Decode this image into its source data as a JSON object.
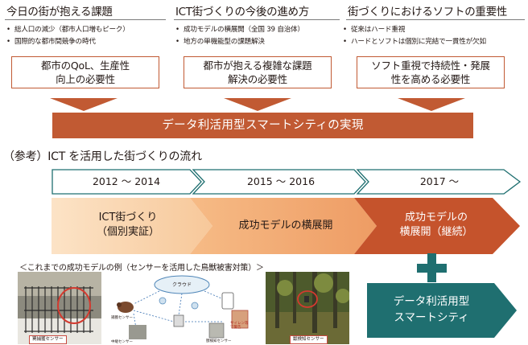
{
  "columns": [
    {
      "title": "今日の街が抱える課題",
      "bullets": [
        "総人口の減少（都市人口増もピーク）",
        "国際的な都市間競争の時代"
      ],
      "need_lines": [
        "都市のQoL、生産性",
        "向上の必要性"
      ]
    },
    {
      "title": "ICT街づくりの今後の進め方",
      "bullets": [
        "成功モデルの横展開（全国 39 自治体）",
        "地方の単機能型の課題解決"
      ],
      "need_lines": [
        "都市が抱える複雑な課題",
        "解決の必要性"
      ]
    },
    {
      "title": "街づくりにおけるソフトの重要性",
      "bullets": [
        "従来はハード重視",
        "ハードとソフトは個別に完結で一貫性が欠如"
      ],
      "need_lines": [
        "ソフト重視で持続性・発展",
        "性を高める必要性"
      ]
    }
  ],
  "banner": "データ利活用型スマートシティの実現",
  "reference_title": "（参考）ICT を活用した街づくりの流れ",
  "timeline": {
    "years": [
      "2012 ～ 2014",
      "2015 ～ 2016",
      "2017 ～"
    ],
    "phases": [
      {
        "lines": [
          "ICT街づくり",
          "（個別実証）"
        ]
      },
      {
        "lines": [
          "成功モデルの横展開"
        ]
      },
      {
        "lines": [
          "成功モデルの",
          "横展開（継続）"
        ]
      }
    ]
  },
  "examples": {
    "title": "＜これまでの成功モデルの例（センサーを活用した鳥獣被害対策）＞",
    "captions": [
      "罠捕獲センサー",
      "獣検知センサー"
    ],
    "diagram_labels": {
      "cloud": "クラウド",
      "trap": "捕獲センサー",
      "detect": "獣検知センサー",
      "siren": "サイレン等\nで警告",
      "relay": "中継センサー"
    }
  },
  "final": {
    "lines": [
      "データ利活用型",
      "スマートシティ"
    ]
  },
  "colors": {
    "accent": "#c15a33",
    "teal": "#1f6f70",
    "phase1": "#f9d2ac",
    "phase2": "#f0a873",
    "phase3": "#c5532c"
  }
}
